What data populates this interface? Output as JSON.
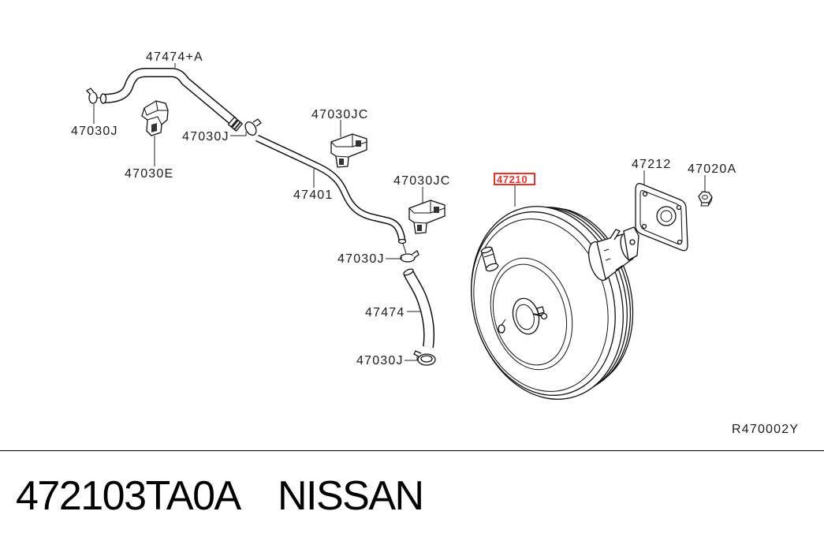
{
  "diagram": {
    "callouts": {
      "hose_upper": "47474+A",
      "clamp_left": "47030J",
      "clip_left": "47030E",
      "clamp_upper": "47030J",
      "clip_upper": "47030JC",
      "tube": "47401",
      "clip_lower": "47030JC",
      "booster": "47210",
      "gasket": "47212",
      "nut": "47020A",
      "clamp_middle": "47030J",
      "hose_lower": "47474",
      "clamp_bottom": "47030J"
    },
    "highlight_color": "#e8332c",
    "reference_code": "R470002Y"
  },
  "footer": {
    "part_number": "472103TA0A",
    "brand": "NISSAN"
  }
}
